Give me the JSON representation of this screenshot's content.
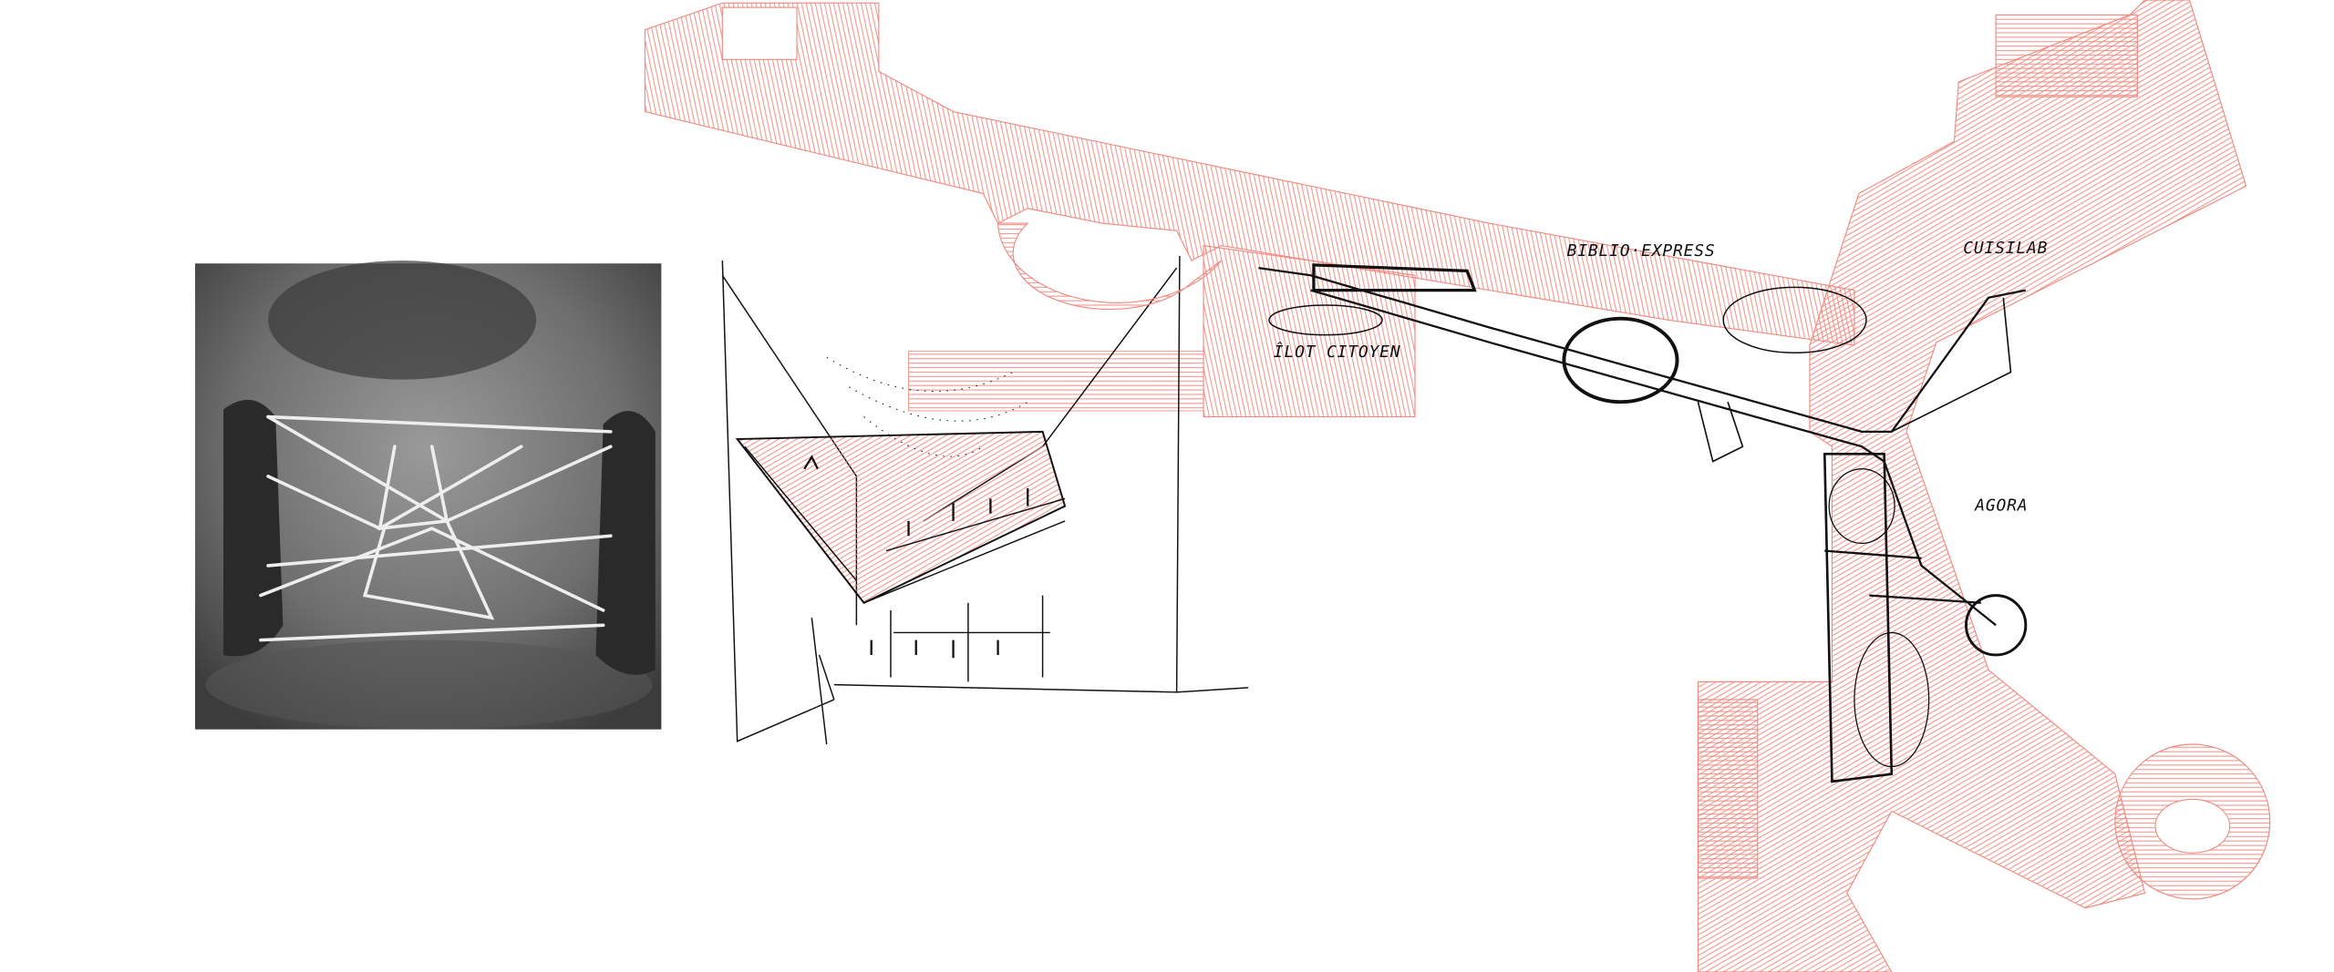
{
  "plan_labels": {
    "biblio": "BIBLIO·EXPRESS",
    "cuisilab": "CUISILAB",
    "ilot": "ÎLOT CITOYEN",
    "agora": "AGORA"
  },
  "colors": {
    "hatch": "#f08a80",
    "ink": "#111111",
    "photo_bg": "#8a8a8a"
  }
}
